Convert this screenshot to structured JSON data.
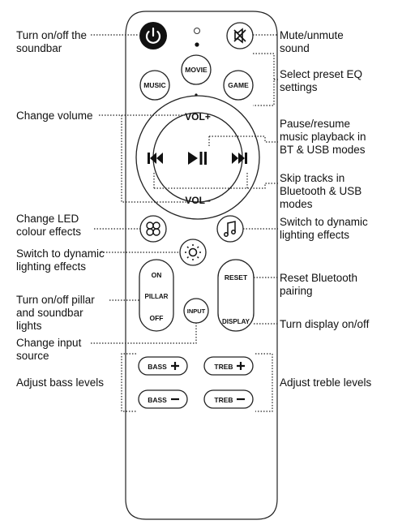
{
  "buttons": {
    "movie": "MOVIE",
    "music": "MUSIC",
    "game": "GAME",
    "vol_up": "VOL+",
    "vol_down": "VOL–",
    "on": "ON",
    "pillar": "PILLAR",
    "off": "OFF",
    "input": "INPUT",
    "reset": "RESET",
    "display": "DISPLAY",
    "bass_plus": "BASS",
    "bass_minus": "BASS",
    "treb_plus": "TREB",
    "treb_minus": "TREB"
  },
  "labels": {
    "power": "Turn on/off the\nsoundbar",
    "mute": "Mute/unmute\nsound",
    "eq": "Select preset EQ\nsettings",
    "volume": "Change volume",
    "pause": "Pause/resume\nmusic playback in\nBT & USB modes",
    "skip": "Skip tracks in\nBluetooth & USB\nmodes",
    "led": "Change LED\ncolour effects",
    "dynamic_right": "Switch to dynamic\nlighting effects",
    "dynamic_left": "Switch to dynamic\nlighting effects",
    "pillar": "Turn on/off pillar\nand soundbar\nlights",
    "reset_bt": "Reset Bluetooth\npairing",
    "display": "Turn display on/off",
    "input": "Change input\nsource",
    "bass": "Adjust bass levels",
    "treble": "Adjust treble levels"
  },
  "icons": [
    "power-icon",
    "mute-icon",
    "play-pause-icon",
    "prev-track-icon",
    "next-track-icon",
    "fan-icon",
    "music-note-icon",
    "sun-icon"
  ],
  "colors": {
    "line": "#222222",
    "power_fill": "#111111"
  }
}
